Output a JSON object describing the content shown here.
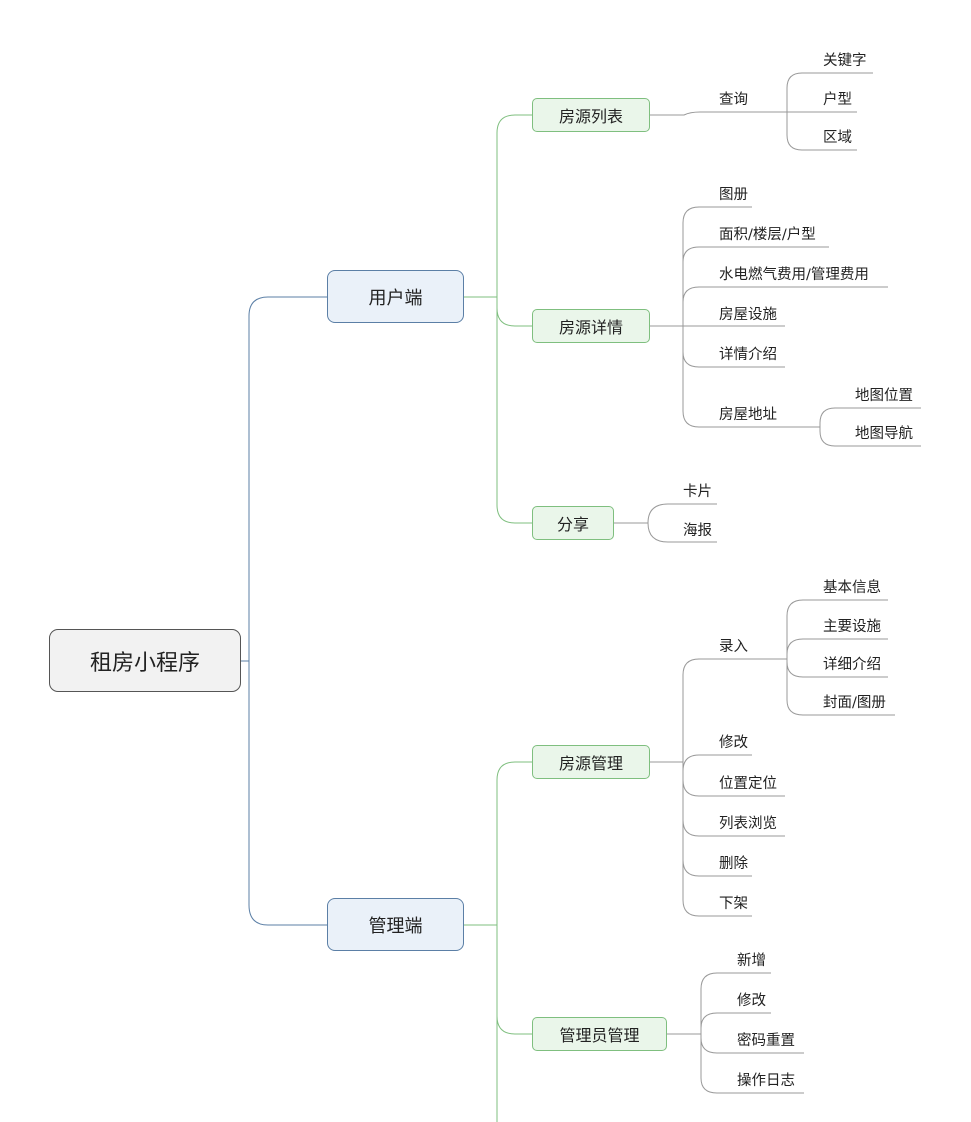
{
  "root": {
    "label": "租房小程序"
  },
  "branches": {
    "user": {
      "label": "用户端",
      "listing_list": {
        "label": "房源列表",
        "query": {
          "label": "查询",
          "items": [
            "关键字",
            "户型",
            "区域"
          ]
        }
      },
      "listing_detail": {
        "label": "房源详情",
        "items": [
          "图册",
          "面积/楼层/户型",
          "水电燃气费用/管理费用",
          "房屋设施",
          "详情介绍"
        ],
        "address": {
          "label": "房屋地址",
          "items": [
            "地图位置",
            "地图导航"
          ]
        }
      },
      "share": {
        "label": "分享",
        "items": [
          "卡片",
          "海报"
        ]
      }
    },
    "admin": {
      "label": "管理端",
      "listing_mgmt": {
        "label": "房源管理",
        "entry": {
          "label": "录入",
          "items": [
            "基本信息",
            "主要设施",
            "详细介绍",
            "封面/图册"
          ]
        },
        "items": [
          "修改",
          "位置定位",
          "列表浏览",
          "删除",
          "下架"
        ]
      },
      "admin_mgmt": {
        "label": "管理员管理",
        "items": [
          "新增",
          "修改",
          "密码重置",
          "操作日志"
        ]
      }
    }
  },
  "colors": {
    "l1_line": "#5b7fa6",
    "l2_line": "#7fbf7f",
    "leaf_line": "#999999"
  }
}
